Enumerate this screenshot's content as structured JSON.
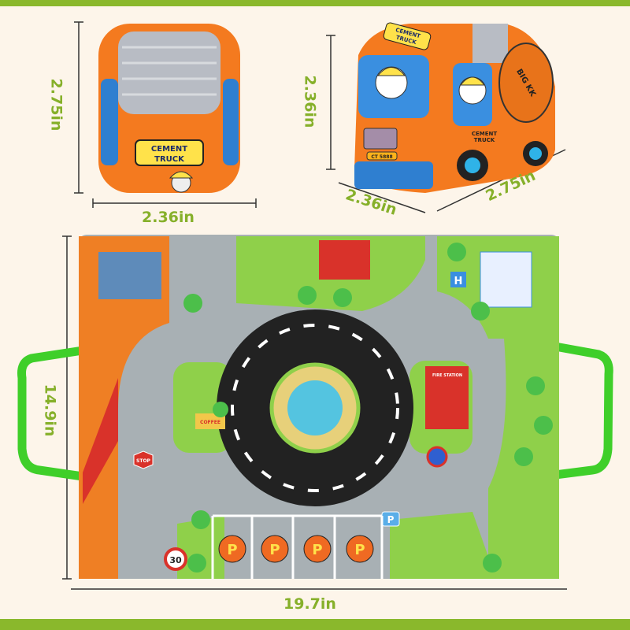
{
  "dimensions": {
    "front_height": "2.75in",
    "front_width": "2.36in",
    "side_height": "2.36in",
    "side_depth": "2.36in",
    "side_length": "2.75in",
    "mat_height": "14.9in",
    "mat_width": "19.7in"
  },
  "truck": {
    "sign_line1": "CEMENT",
    "sign_line2": "TRUCK",
    "drum_label": "BIG KK",
    "plate": "CT 5888"
  },
  "mat": {
    "parking_symbol": "P",
    "parking_spots": [
      "P",
      "P",
      "P",
      "P"
    ],
    "stop_sign": "STOP",
    "speed_sign": "30",
    "fire_station": "FIRE STATION",
    "coffee_shop": "COFFEE",
    "hospital_sign": "H"
  },
  "colors": {
    "accent_green": "#8ab82c",
    "label_green": "#86b02a",
    "truck_orange": "#f47a1f",
    "road_gray": "#a8b0b4",
    "background": "#fdf5ea"
  }
}
